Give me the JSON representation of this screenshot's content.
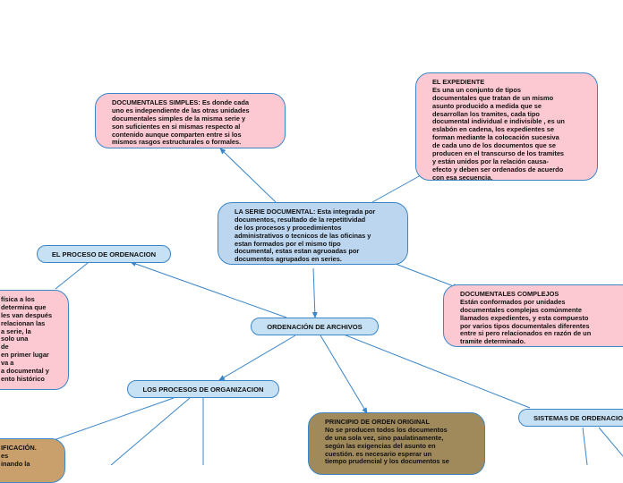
{
  "nodes": {
    "simples": "DOCUMENTALES SIMPLES: Es donde cada\nuno es independiente de las otras unidades\ndocumentales simples de la misma serie y\nson suficientes en si mismas respecto al\ncontenido aunque comparten entre si los\nmismos rasgos estructurales o formales.",
    "expediente": "EL EXPEDIENTE\nEs una  un conjunto de tipos\ndocumentales que tratan de un mismo\nasunto producido a medida que se\ndesarrollan los tramites, cada tipo\ndocumental individual e indivisible , es un\neslabón en cadena, los expedientes se\nforman mediante la colocación sucesiva\nde cada uno de los documentos que se\nproducen en el transcurso de los tramites\ny están unidos por la relación causa-\nefecto y deben ser ordenados de acuerdo\ncon esa secuencia.",
    "serie": "LA SERIE DOCUMENTAL: Esta integrada por\ndocumentos, resultado de la repetitividad\nde los procesos y procedimientos\nadministrativos o tecnicos de las oficinas y\nestan formados por el mismo tipo\ndocumental, estas estan agruoadas por\ndocumentos agrupados en series.",
    "proceso_ordenacion": "EL PROCESO DE ORDENACION",
    "ordenacion_left": "física a los\ndetermina que\nles van después\nrelacionan las\na serie, la\nsolo una\nde\nen primer lugar\nva a\na documental y\nento histórico",
    "complejos": "DOCUMENTALES COMPLEJOS\nEstán conformados por unidades\ndocumentales complejas comúnmente\nllamados expedientes, y esta compuesto\npor varios tipos documentales diferentes\nentre si pero relacionados en razón de un\ntramite determinado.",
    "ordenacion_archivos": "ORDENACIÓN DE ARCHIVOS",
    "procesos_organizacion": "LOS PROCESOS DE ORGANIZACION",
    "principio": "PRINCIPIO DE ORDEN ORIGINAL\nNo se producen todos los documentos\nde una sola vez, sino paulatinamente,\nsegún las exigencias del asunto en\ncuestión. es necesario esperar un\ntiempo prudencial y los documentos se",
    "sistemas": "SISTEMAS DE ORDENACION",
    "clasificacion": "IFICACIÓN.\nes\ninando la"
  }
}
